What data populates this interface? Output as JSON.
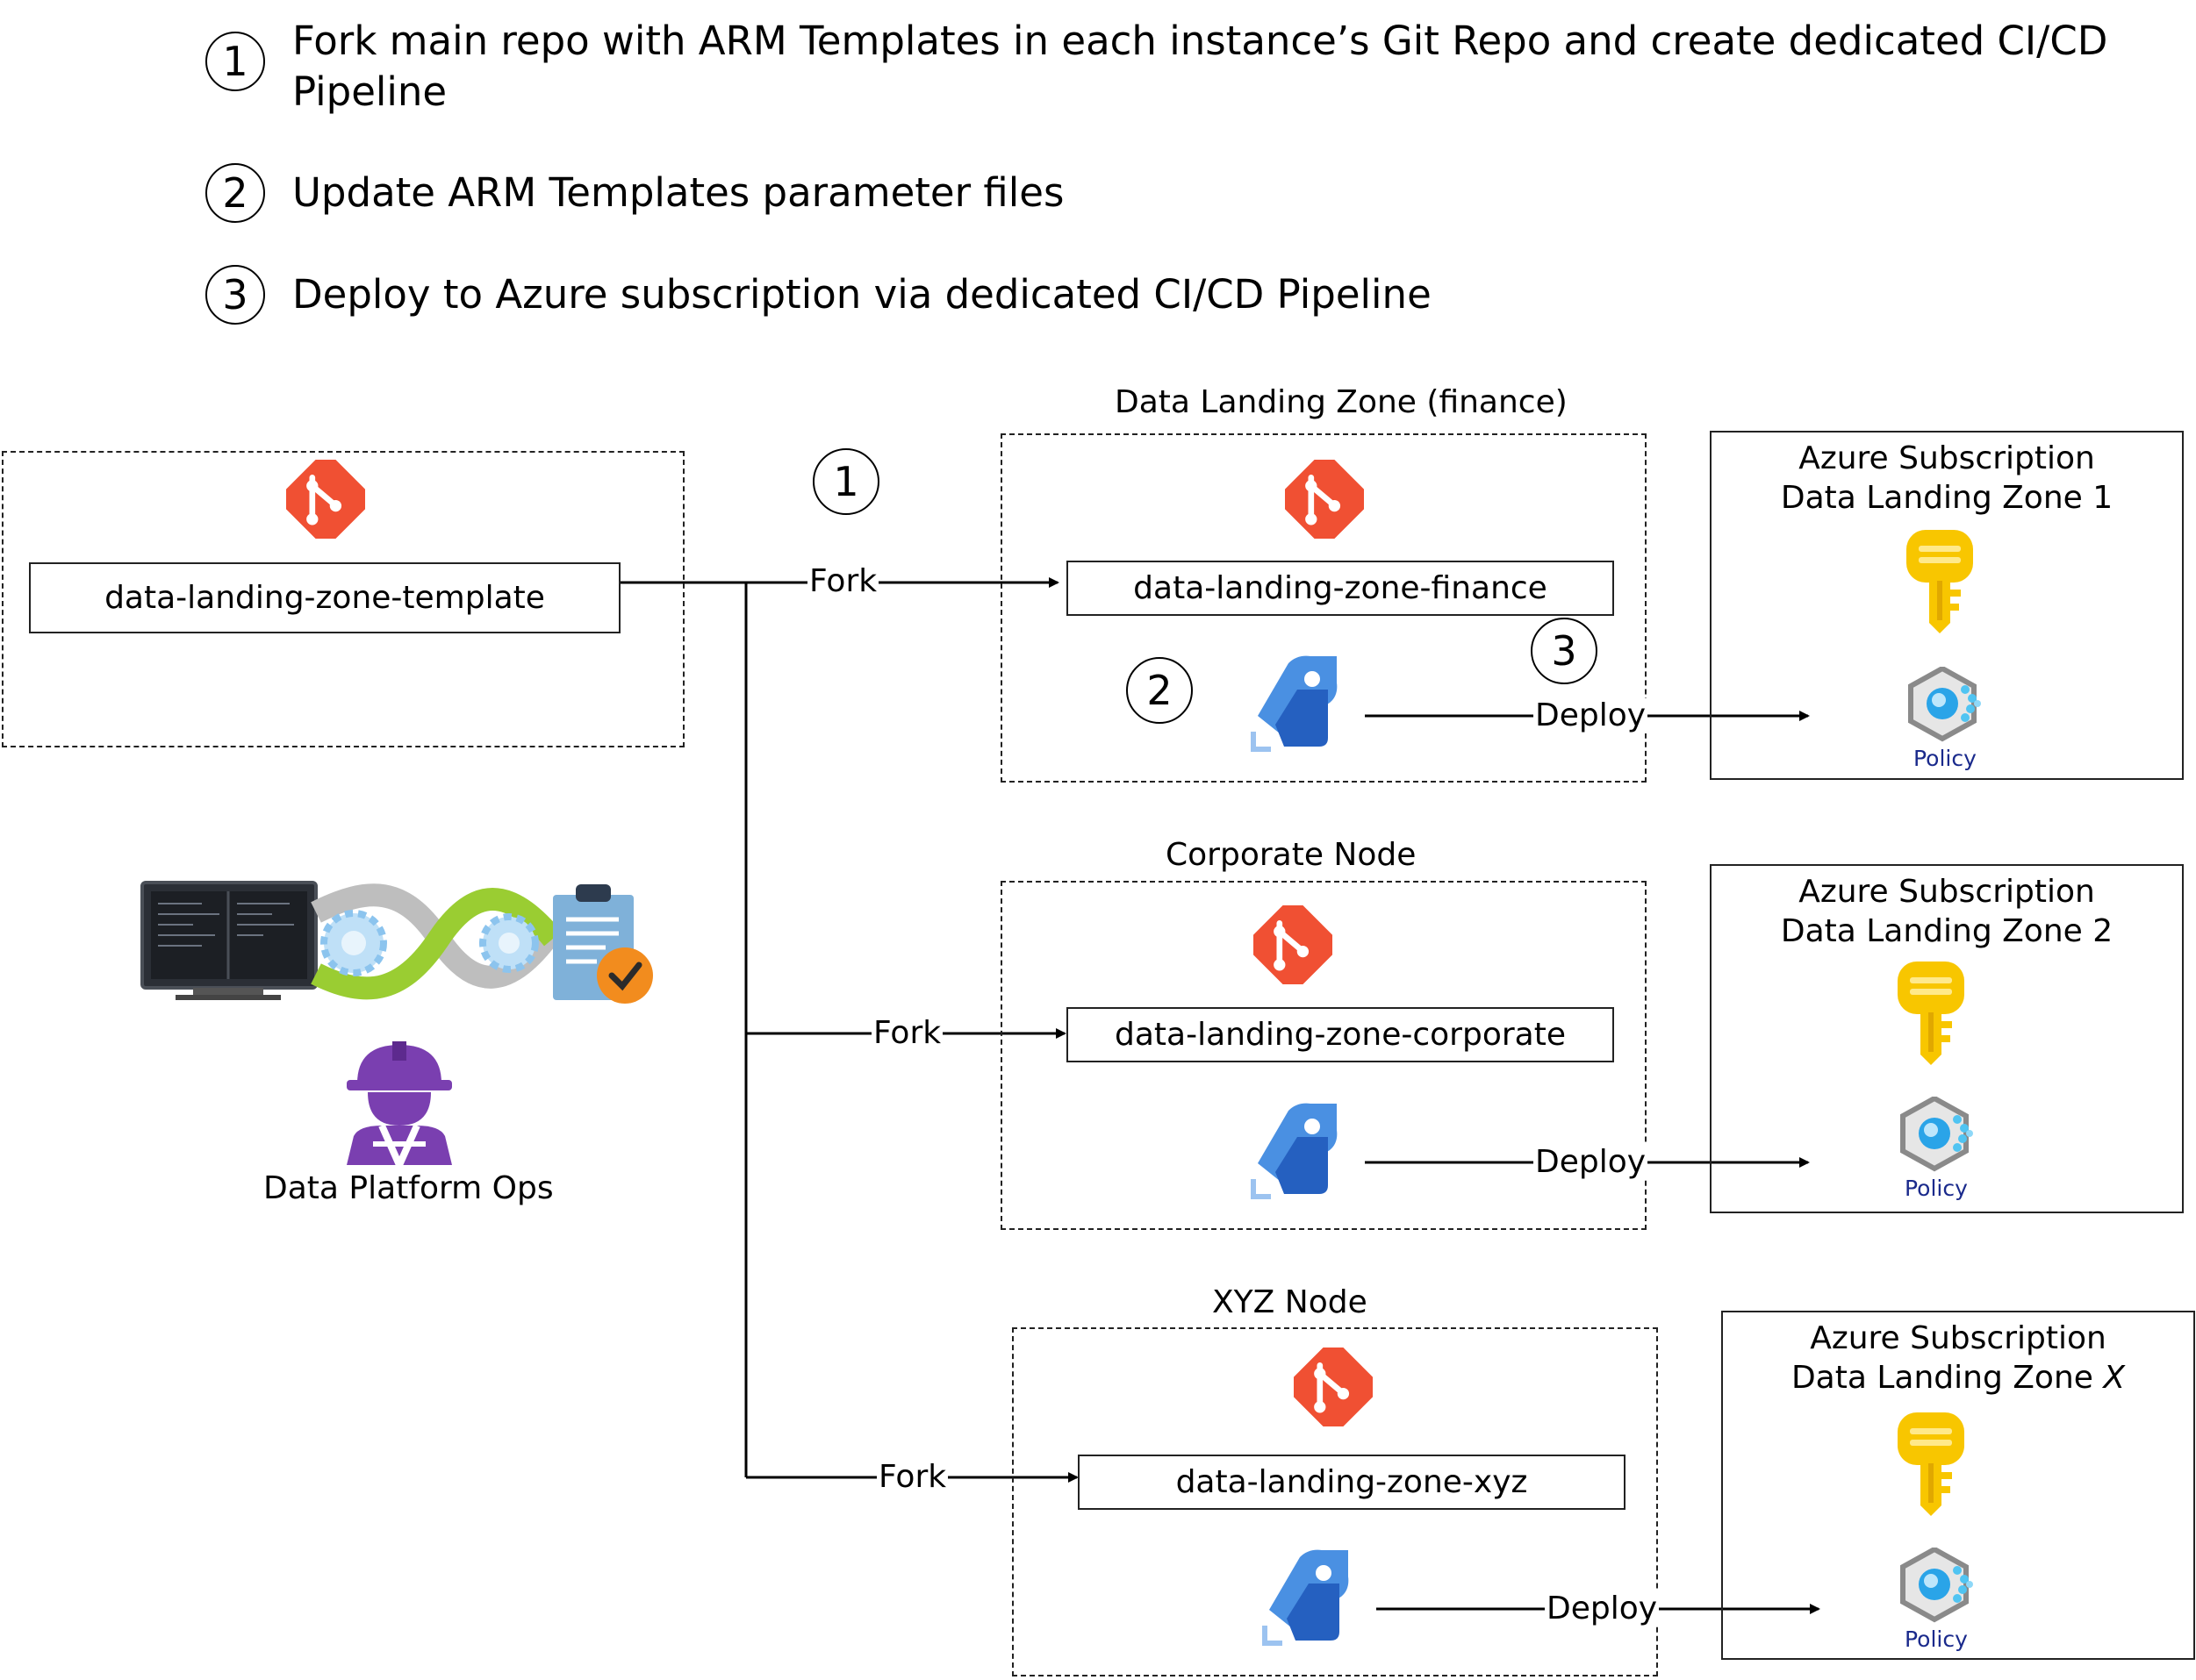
{
  "steps": [
    {
      "num": "1",
      "line1": "Fork main repo with ARM Templates in each instance’s Git Repo and create dedicated CI/CD",
      "line2": "Pipeline"
    },
    {
      "num": "2",
      "line1": "Update ARM Templates parameter files"
    },
    {
      "num": "3",
      "line1": "Deploy to Azure subscription via dedicated CI/CD Pipeline"
    }
  ],
  "template_repo": {
    "name": "data-landing-zone-template"
  },
  "ops": {
    "label": "Data Platform Ops"
  },
  "zones": [
    {
      "title": "Data Landing Zone (finance)",
      "repo": "data-landing-zone-finance",
      "fork_label": "Fork",
      "deploy_label": "Deploy",
      "subscription": {
        "line1": "Azure Subscription",
        "line2": "Data Landing Zone 1",
        "line2_suffix": "",
        "policy": "Policy"
      }
    },
    {
      "title": "Corporate Node",
      "repo": "data-landing-zone-corporate",
      "fork_label": "Fork",
      "deploy_label": "Deploy",
      "subscription": {
        "line1": "Azure Subscription",
        "line2": "Data Landing Zone 2",
        "line2_suffix": "",
        "policy": "Policy"
      }
    },
    {
      "title": "XYZ Node",
      "repo": "data-landing-zone-xyz",
      "fork_label": "Fork",
      "deploy_label": "Deploy",
      "subscription": {
        "line1": "Azure Subscription",
        "line2": "Data Landing Zone ",
        "line2_suffix": "X",
        "policy": "Policy"
      }
    }
  ],
  "badges": {
    "fork_step": "1",
    "update_step": "2",
    "deploy_step": "3"
  },
  "colors": {
    "git": "#F05033",
    "pipeline_dark": "#2560C0",
    "pipeline_light": "#4A90E2",
    "key": "#F8C600",
    "policy_blue": "#1a2a8c"
  }
}
